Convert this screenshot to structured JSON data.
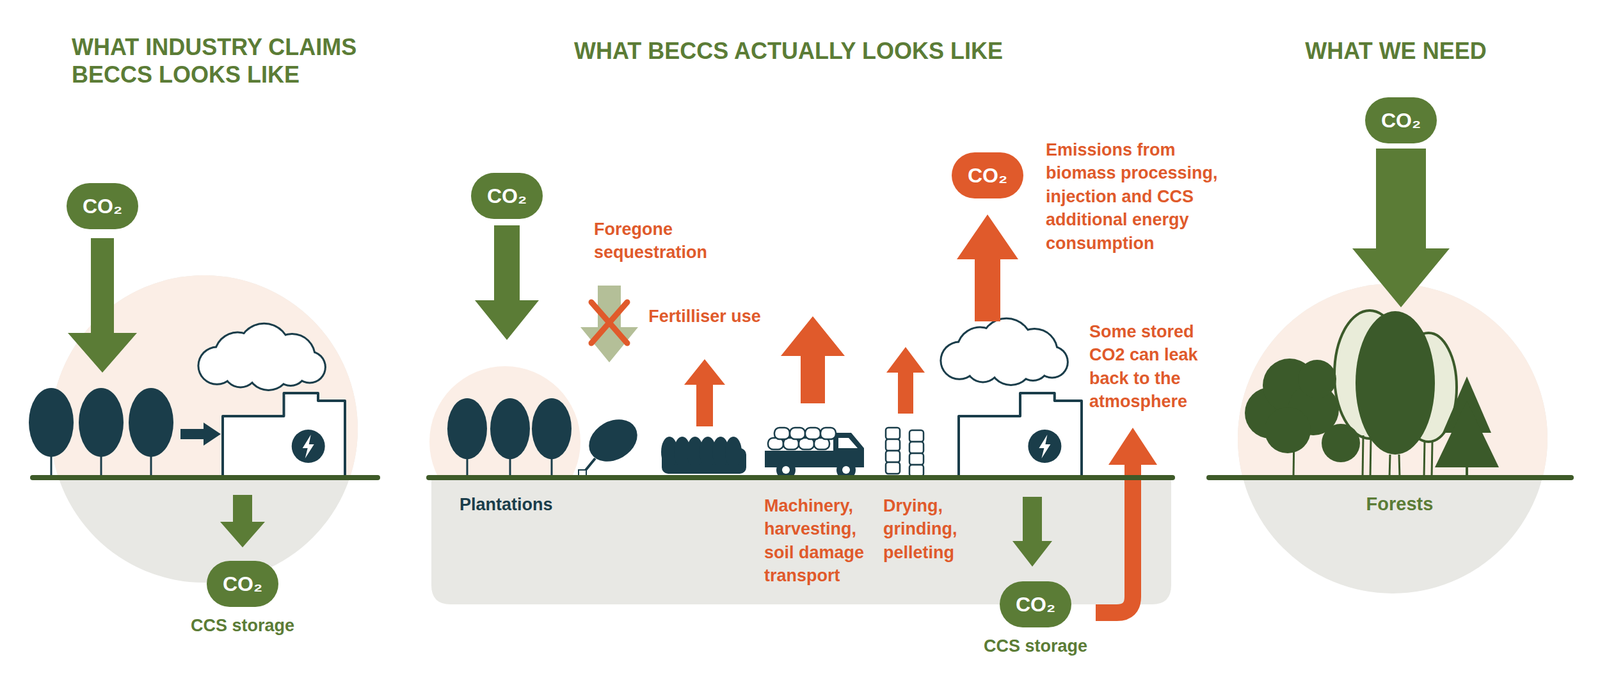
{
  "diagram": {
    "nodes": [
      {
        "text": [
          "CO₂"
        ]
      },
      {
        "text": [
          "CO₂",
          "CCS storage"
        ]
      },
      {
        "text": [
          "CO₂"
        ]
      },
      {
        "text": [
          "CO₂"
        ]
      },
      {
        "text": [
          "CO₂",
          "CCS storage"
        ]
      },
      {
        "text": [
          "CO₂"
        ]
      }
    ],
    "labels": [
      "WHAT INDUSTRY CLAIMS BECCS LOOKS LIKE",
      "WHAT BECCS ACTUALLY LOOKS LIKE",
      "WHAT WE NEED",
      "Foregone sequestration",
      "Fertilliser use",
      "Emissions from biomass processing, injection and CCS additional energy consumption",
      "Some stored CO2 can leak back to the atmosphere",
      "Plantations",
      "Machinery, harvesting, soil damage transport",
      "Drying, grinding, pelleting",
      "Forests"
    ]
  }
}
